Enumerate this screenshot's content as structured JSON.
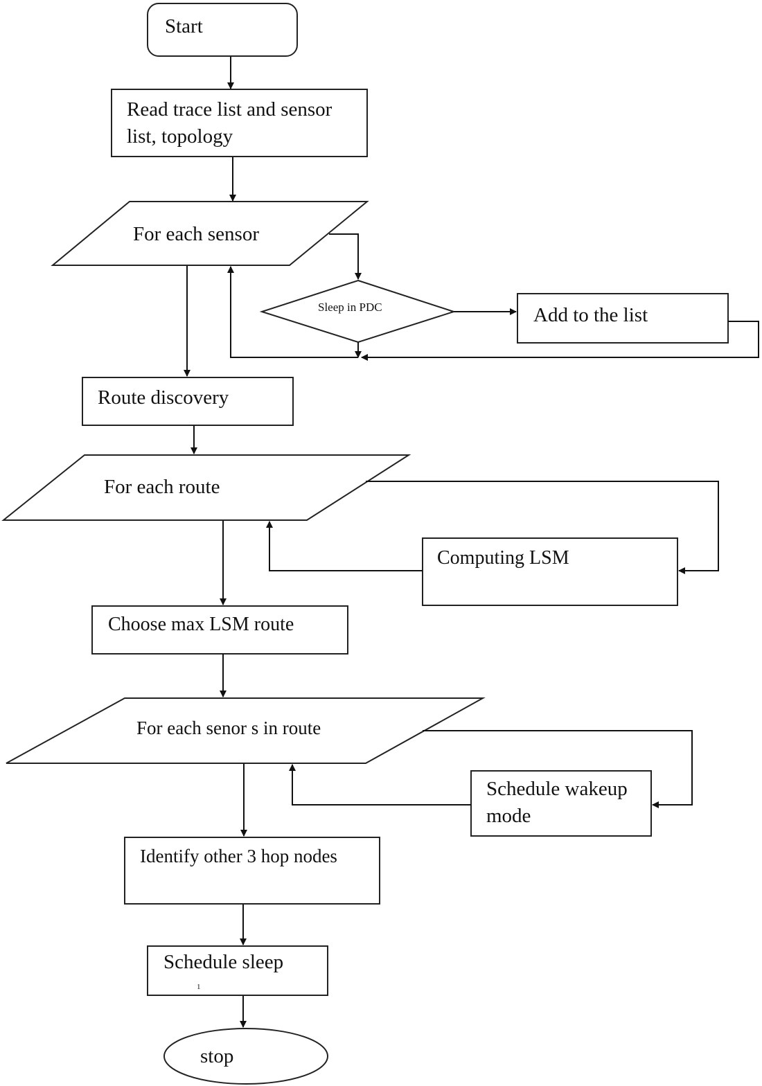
{
  "flowchart": {
    "start": "Start",
    "read_input": [
      "Read trace list and sensor",
      "list, topology"
    ],
    "for_each_sensor": "For each sensor",
    "sleep_in_pdc": "Sleep in PDC",
    "add_to_list": "Add to the list",
    "route_discovery": "Route discovery",
    "for_each_route": "For each route",
    "computing_lsm": "Computing LSM",
    "choose_max_lsm": "Choose max LSM route",
    "for_each_sensor_in_route": "For each senor s in route",
    "schedule_wakeup": [
      "Schedule wakeup",
      "mode"
    ],
    "identify_hop_nodes": "Identify other 3 hop nodes",
    "schedule_sleep": "Schedule sleep",
    "schedule_sleep_mark": "1",
    "stop": "stop"
  }
}
